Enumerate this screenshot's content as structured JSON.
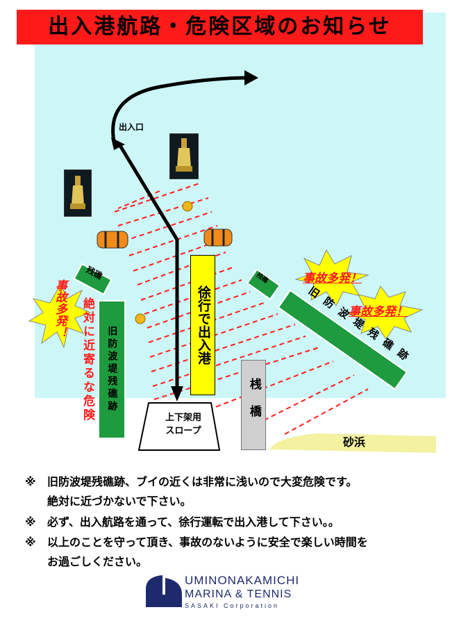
{
  "title": "出入港航路・危険区域のお知らせ",
  "map": {
    "entrance_label": "出入口",
    "slow_sign": "徐行で出入港",
    "pier": "桟橋",
    "slope": [
      "上下架用",
      "スロープ"
    ],
    "beach": "砂浜",
    "left_small_sign": "残礁",
    "left_breakwater": "旧防波堤残礁跡",
    "right_small_sign": "残礁",
    "right_breakwater": "旧防波堤残礁跡",
    "warning_vertical": "絶対に近寄るな危険",
    "accident_label": "事故多発！",
    "colors": {
      "title_bg": "#ff1a1a",
      "water": "#cdf7f7",
      "danger_lines": "#ff1a1a",
      "sign_green": "#1e9a3f",
      "slow_sign": "#ffff00",
      "burst": "#ffff00"
    }
  },
  "notes": [
    {
      "mark": "※",
      "text": "旧防波堤残礁跡、ブイの近くは非常に浅いので大変危険です。",
      "cont": "絶対に近づかないで下さい。"
    },
    {
      "mark": "※",
      "text": "必ず、出入航路を通って、徐行運転で出入港して下さい。。",
      "cont": ""
    },
    {
      "mark": "※",
      "text": "以上のことを守って頂き、事故のないように安全で楽しい時間を",
      "cont": "お過ごしください。"
    }
  ],
  "logo": {
    "line1": "UMINONAKAMICHI",
    "line2": "MARINA & TENNIS",
    "line3": "SASAKI Corporation"
  }
}
